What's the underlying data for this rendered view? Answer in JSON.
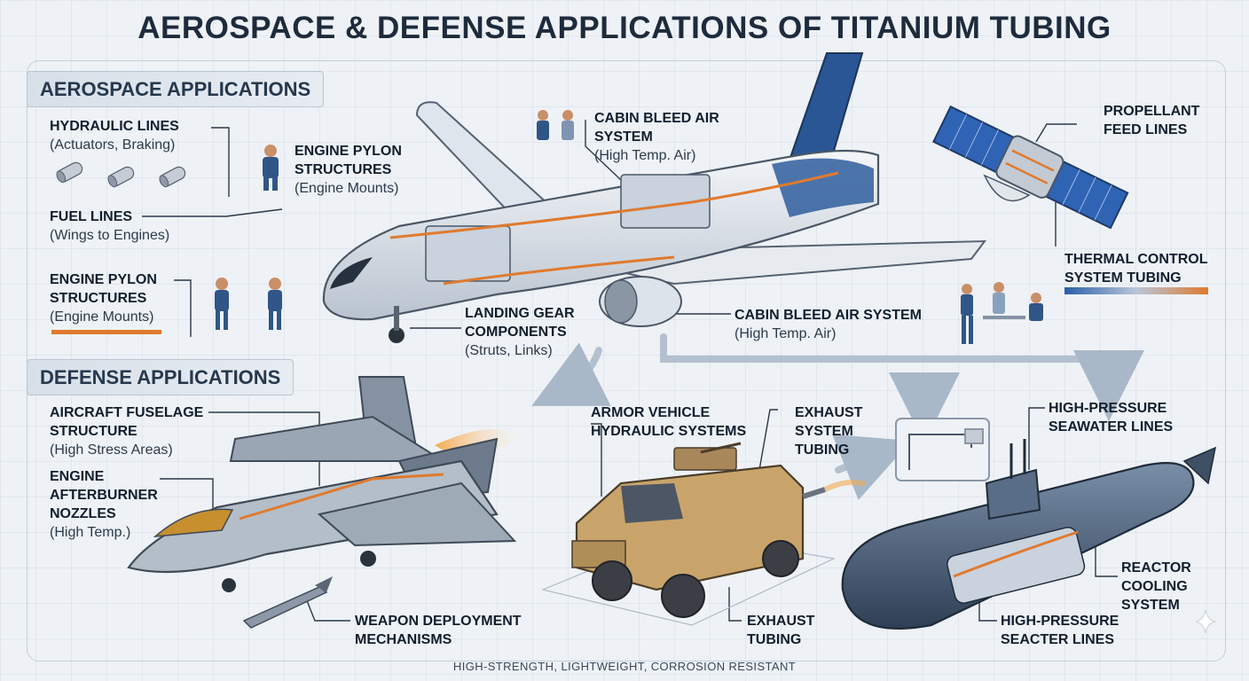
{
  "title": "AEROSPACE & DEFENSE APPLICATIONS OF TITANIUM TUBING",
  "sections": {
    "aerospace": "AEROSPACE APPLICATIONS",
    "defense": "DEFENSE APPLICATIONS"
  },
  "labels": {
    "hydraulic": {
      "heading": "HYDRAULIC LINES",
      "sub": "(Actuators, Braking)"
    },
    "fuel": {
      "heading": "FUEL LINES",
      "sub": "(Wings to Engines)"
    },
    "pylon_left": {
      "heading": "ENGINE PYLON STRUCTURES",
      "sub": "(Engine Mounts)"
    },
    "pylon_top": {
      "heading": "ENGINE PYLON STRUCTURES",
      "sub": "(Engine Mounts)"
    },
    "cabin_top": {
      "heading": "CABIN BLEED AIR SYSTEM",
      "sub": "(High Temp. Air)"
    },
    "landing": {
      "heading": "LANDING GEAR COMPONENTS",
      "sub": "(Struts, Links)"
    },
    "cabin_engine": {
      "heading": "CABIN BLEED AIR SYSTEM",
      "sub": "(High Temp. Air)"
    },
    "propellant": {
      "heading": "PROPELLANT FEED LINES"
    },
    "thermal": {
      "heading": "THERMAL CONTROL SYSTEM TUBING"
    },
    "fuselage": {
      "heading": "AIRCRAFT FUSELAGE STRUCTURE",
      "sub": "(High Stress Areas)"
    },
    "afterburner": {
      "heading": "ENGINE AFTERBURNER NOZZLES",
      "sub": "(High Temp.)"
    },
    "weapon": {
      "heading": "WEAPON DEPLOYMENT MECHANISMS"
    },
    "armor": {
      "heading": "ARMOR VEHICLE HYDRAULIC SYSTEMS"
    },
    "exhaust_top": {
      "heading": "EXHAUST SYSTEM TUBING"
    },
    "exhaust_bottom": {
      "heading": "EXHAUST TUBING"
    },
    "seawater": {
      "heading": "HIGH-PRESSURE SEAWATER LINES"
    },
    "reactor": {
      "heading": "REACTOR COOLING SYSTEM"
    },
    "seacter": {
      "heading": "HIGH-PRESSURE SEACTER LINES"
    }
  },
  "footer": "HIGH-STRENGTH, LIGHTWEIGHT, CORROSION RESISTANT",
  "colors": {
    "navy": "#1f3f73",
    "tube_orange": "#e07a2e",
    "tan": "#c9a46a",
    "sub_steel": "#4a5e76",
    "panel_blue": "#2f63b4"
  },
  "icons": [
    "airliner",
    "satellite",
    "fighter-jet",
    "armored-vehicle",
    "submarine",
    "missile",
    "tube-segment",
    "worker",
    "sparkle"
  ]
}
